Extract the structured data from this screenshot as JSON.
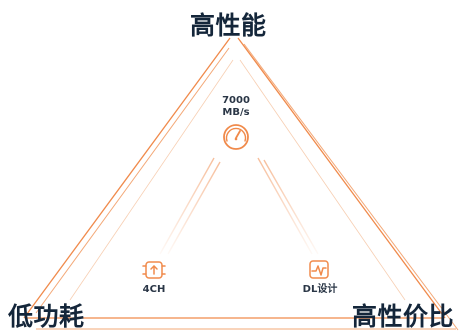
{
  "labels": {
    "top": "高性能",
    "left": "低功耗",
    "right": "高性价比"
  },
  "features": {
    "speed_value": "7000",
    "speed_unit": "MB/s",
    "channels": "4CH",
    "dl": "DL设计"
  },
  "icons": {
    "speed": "gauge-icon",
    "channels": "chip-arrow-icon",
    "dl": "waveform-icon"
  },
  "colors": {
    "accent": "#f08a4b",
    "accent_light": "#f7c9a8",
    "text_dark": "#14263a"
  }
}
